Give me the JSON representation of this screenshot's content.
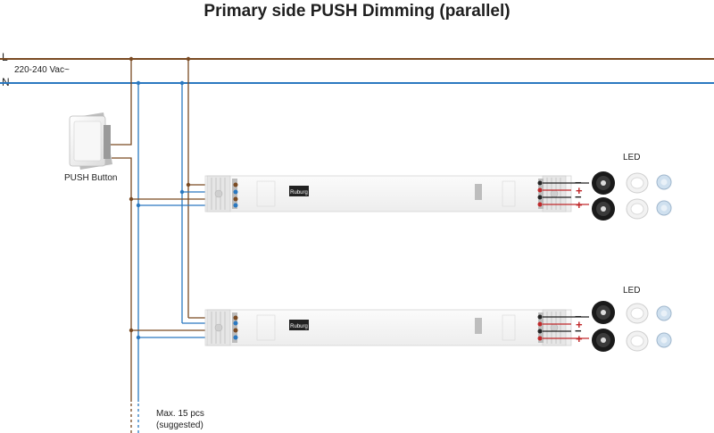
{
  "title": "Primary side PUSH Dimming (parallel)",
  "mains": {
    "live_label": "L",
    "neutral_label": "N",
    "voltage_label": "220-240 Vac~"
  },
  "push_button": {
    "label": "PUSH Button"
  },
  "drivers": [
    {
      "brand": "Ruburg",
      "output_load_label": "LED",
      "outputs": [
        {
          "minus": "−",
          "plus": "+"
        },
        {
          "minus": "−",
          "plus": "+"
        }
      ]
    },
    {
      "brand": "Ruburg",
      "output_load_label": "LED",
      "outputs": [
        {
          "minus": "−",
          "plus": "+"
        },
        {
          "minus": "−",
          "plus": "+"
        }
      ]
    }
  ],
  "note": {
    "line1": "Max. 15 pcs",
    "line2": "(suggested)"
  },
  "colors": {
    "live": "#7a4a22",
    "neutral": "#2a78c0",
    "plus": "#c0282a",
    "minus": "#222222"
  },
  "icons": [
    "push-button-icon",
    "led-strip-icon",
    "downlight-icon",
    "spotlight-bulb-icon"
  ]
}
